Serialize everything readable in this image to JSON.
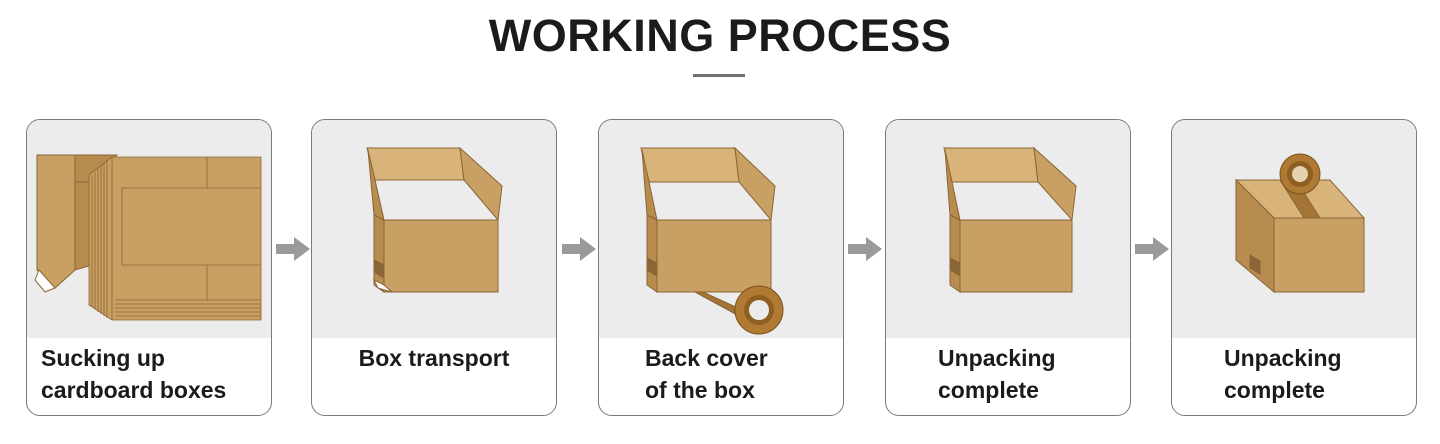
{
  "title": "WORKING PROCESS",
  "steps": [
    {
      "lines": [
        "Sucking up",
        "cardboard boxes"
      ],
      "align": "left"
    },
    {
      "lines": [
        "Box transport",
        ""
      ],
      "align": "center"
    },
    {
      "lines": [
        "Back cover",
        "of the box"
      ],
      "align": "left"
    },
    {
      "lines": [
        "Unpacking",
        "complete"
      ],
      "align": "left"
    },
    {
      "lines": [
        "Unpacking",
        "complete"
      ],
      "align": "left"
    }
  ],
  "colors": {
    "card_bg": "#ececec",
    "box_front": "#c9a063",
    "box_side": "#b88c4f",
    "box_flap": "#d8b47a",
    "box_dark": "#8a6535",
    "arrow": "#9a9a9a"
  },
  "icons": [
    "flat-cardboard-stack-icon",
    "open-box-icon",
    "taped-bottom-box-icon",
    "open-box-icon",
    "tape-sealing-box-icon"
  ]
}
